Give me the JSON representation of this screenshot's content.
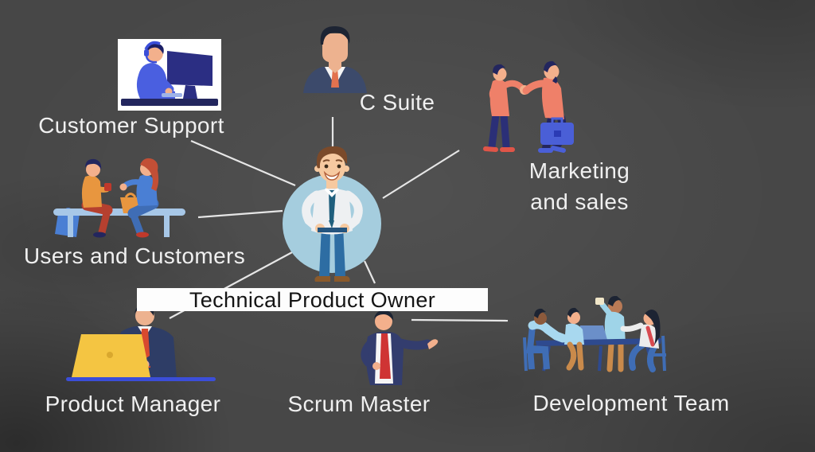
{
  "center": {
    "label": "Technical Product Owner",
    "illustration": "man-standing-hands-on-hips-in-circle"
  },
  "nodes": {
    "customer_support": {
      "label": "Customer Support",
      "illustration": "support-agent-with-headset-at-monitor"
    },
    "c_suite": {
      "label": "C Suite",
      "illustration": "businessman-bust-suit-and-tie"
    },
    "marketing_sales": {
      "label_line1": "Marketing",
      "label_line2": "and sales",
      "illustration": "two-people-handshake-with-briefcase"
    },
    "users_customers": {
      "label": "Users and Customers",
      "illustration": "two-women-on-bench-with-shopping-bags"
    },
    "product_manager": {
      "label": "Product Manager",
      "illustration": "man-in-suit-behind-yellow-laptop"
    },
    "scrum_master": {
      "label": "Scrum Master",
      "illustration": "man-in-suit-gesturing-open-palm"
    },
    "development_team": {
      "label": "Development Team",
      "illustration": "four-people-meeting-around-table-with-laptop"
    }
  },
  "colors": {
    "background": "#474747",
    "label_text": "#f0f0f0",
    "connector_line": "#efefef",
    "banner_background": "#fdfdfd",
    "banner_text": "#141414",
    "center_circle": "#a5cdde"
  }
}
